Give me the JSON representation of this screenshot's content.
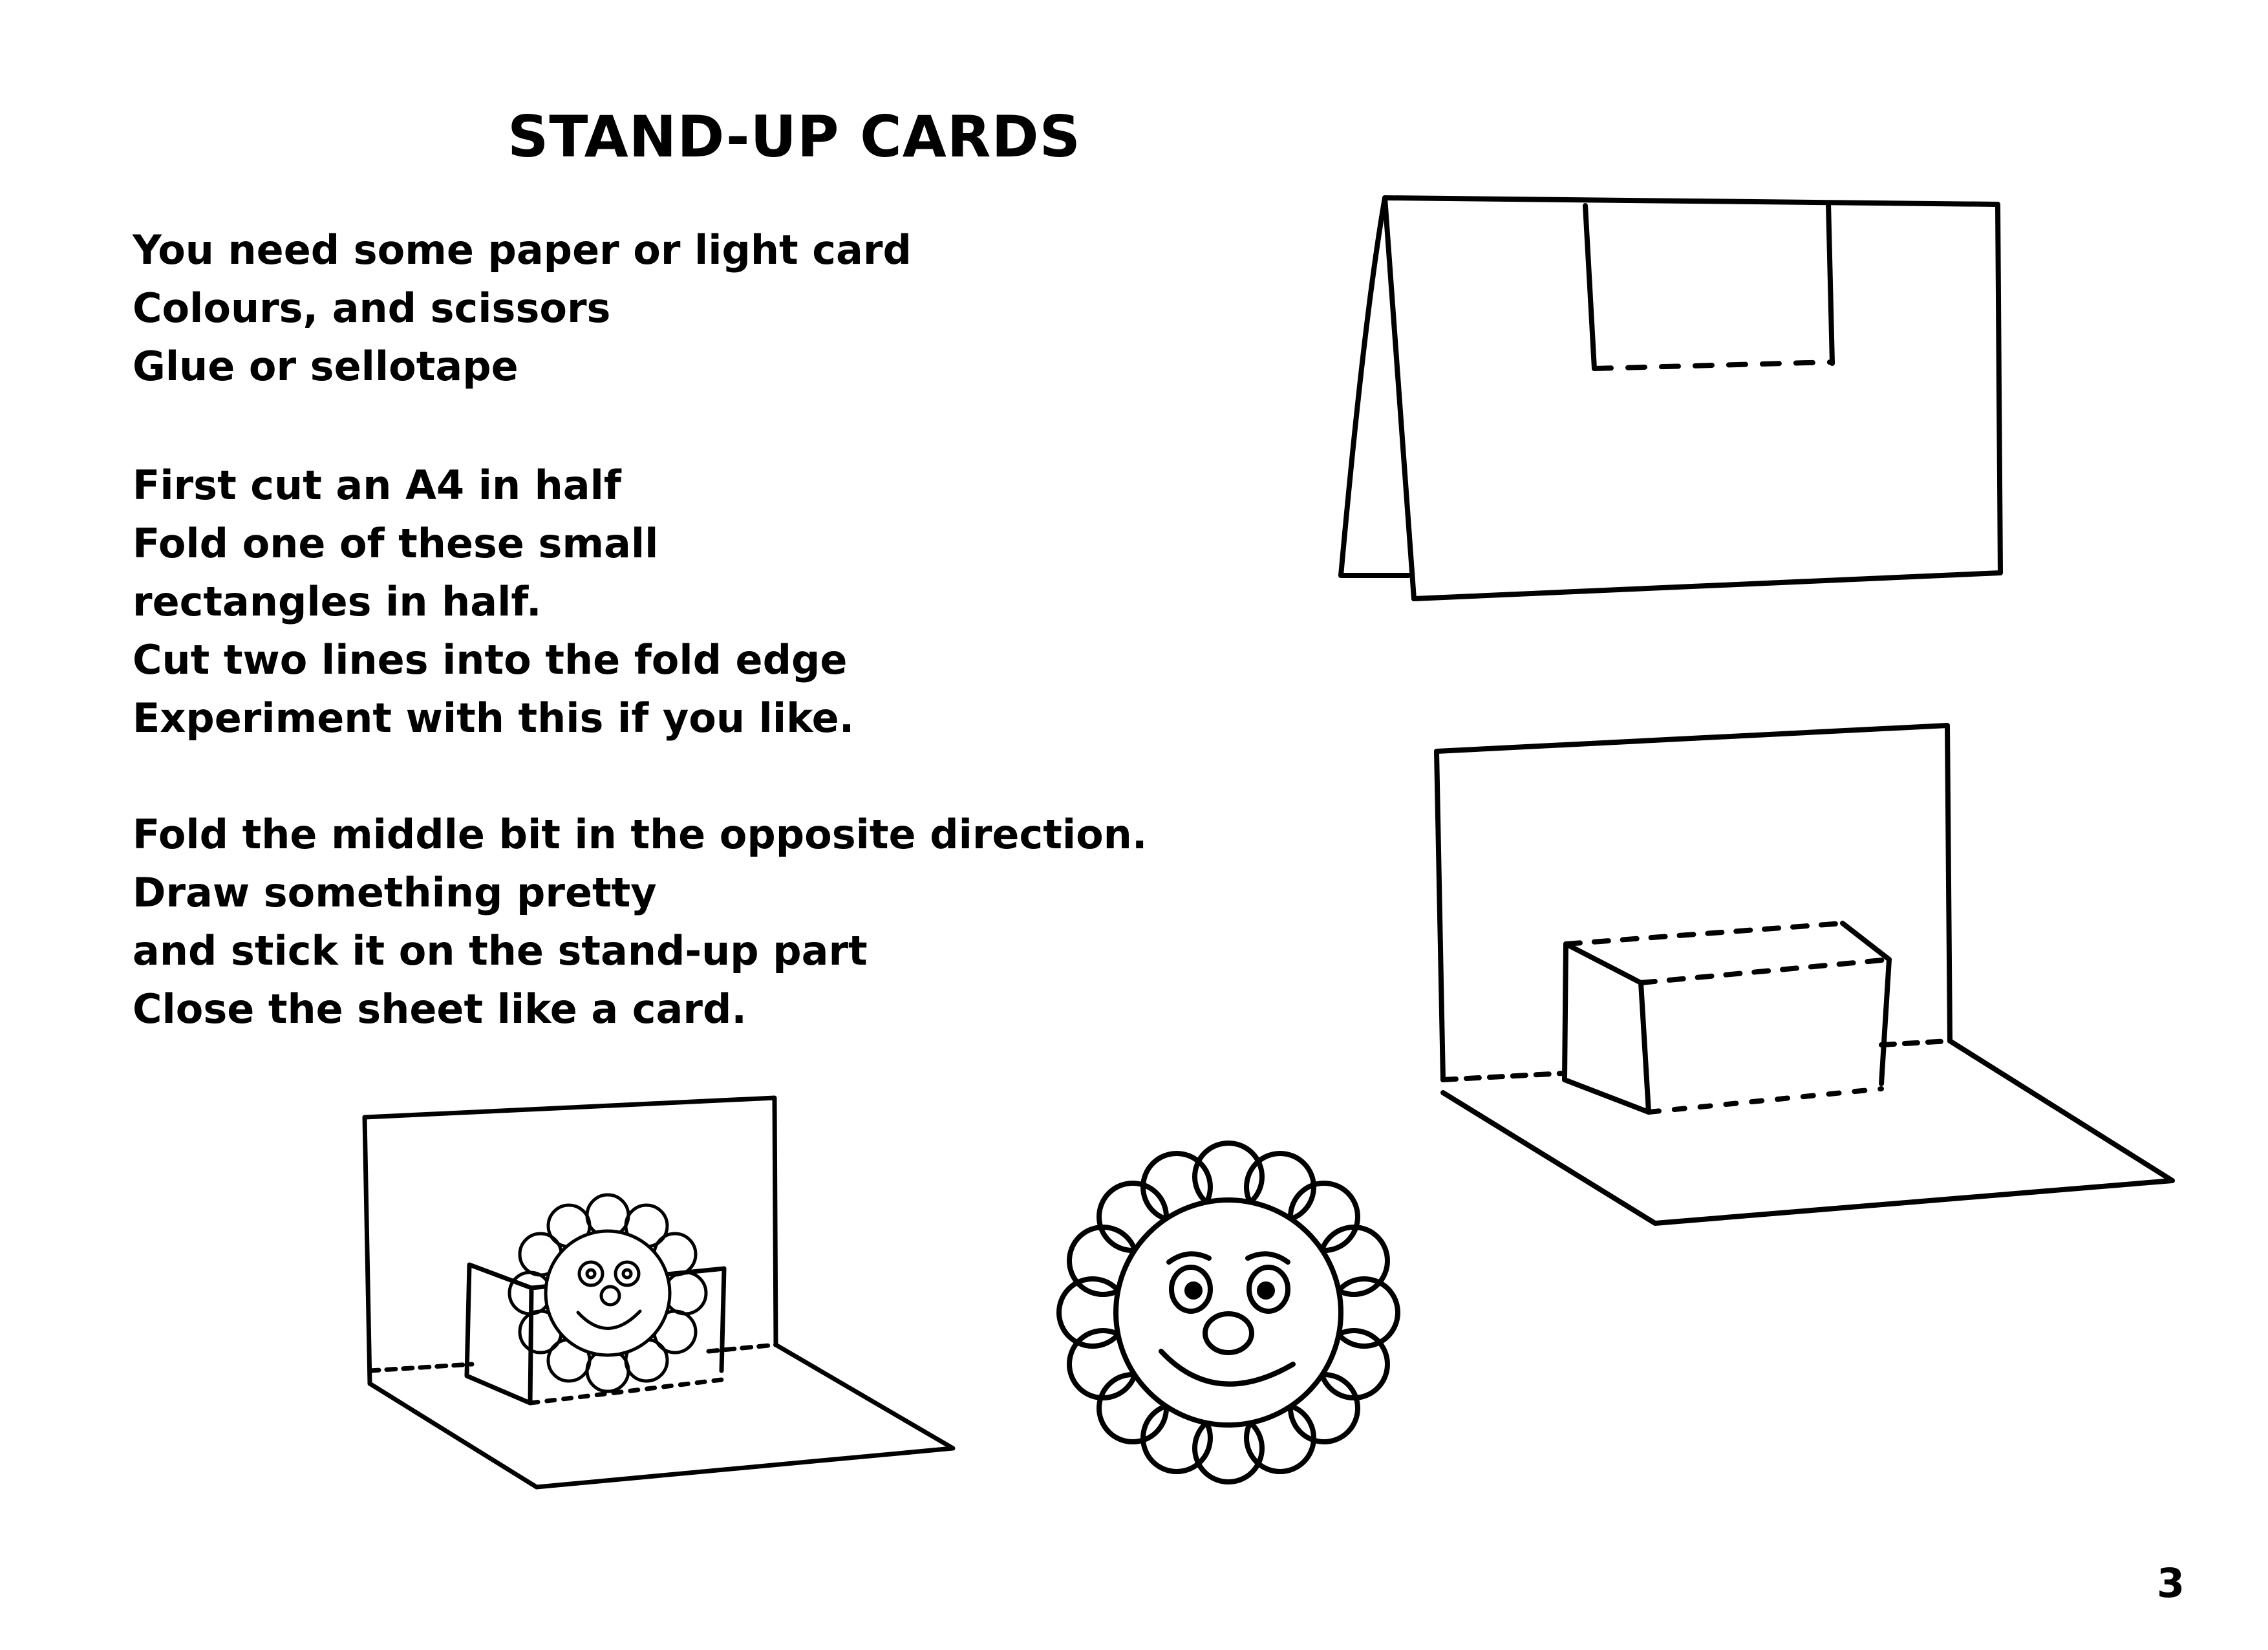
{
  "page": {
    "title": "STAND-UP CARDS",
    "materials": [
      "You need some paper or light card",
      "Colours, and scissors",
      "Glue or sellotape"
    ],
    "cutting_steps": [
      "First cut an A4 in half",
      "Fold one of these small",
      "rectangles in half.",
      "Cut two lines into the fold edge",
      "Experiment with this if you like."
    ],
    "finishing_steps": [
      "Fold the middle bit in the opposite direction.",
      "Draw something pretty",
      "and stick it on the stand-up part",
      "Close the sheet like a card."
    ],
    "page_number": "3"
  },
  "colors": {
    "ink": "#000000",
    "paper": "#ffffff"
  },
  "illustrations": [
    "folded-card-with-cuts",
    "opened-card-with-popup-box",
    "opened-card-with-flower-popup",
    "smiling-flower-drawing"
  ]
}
